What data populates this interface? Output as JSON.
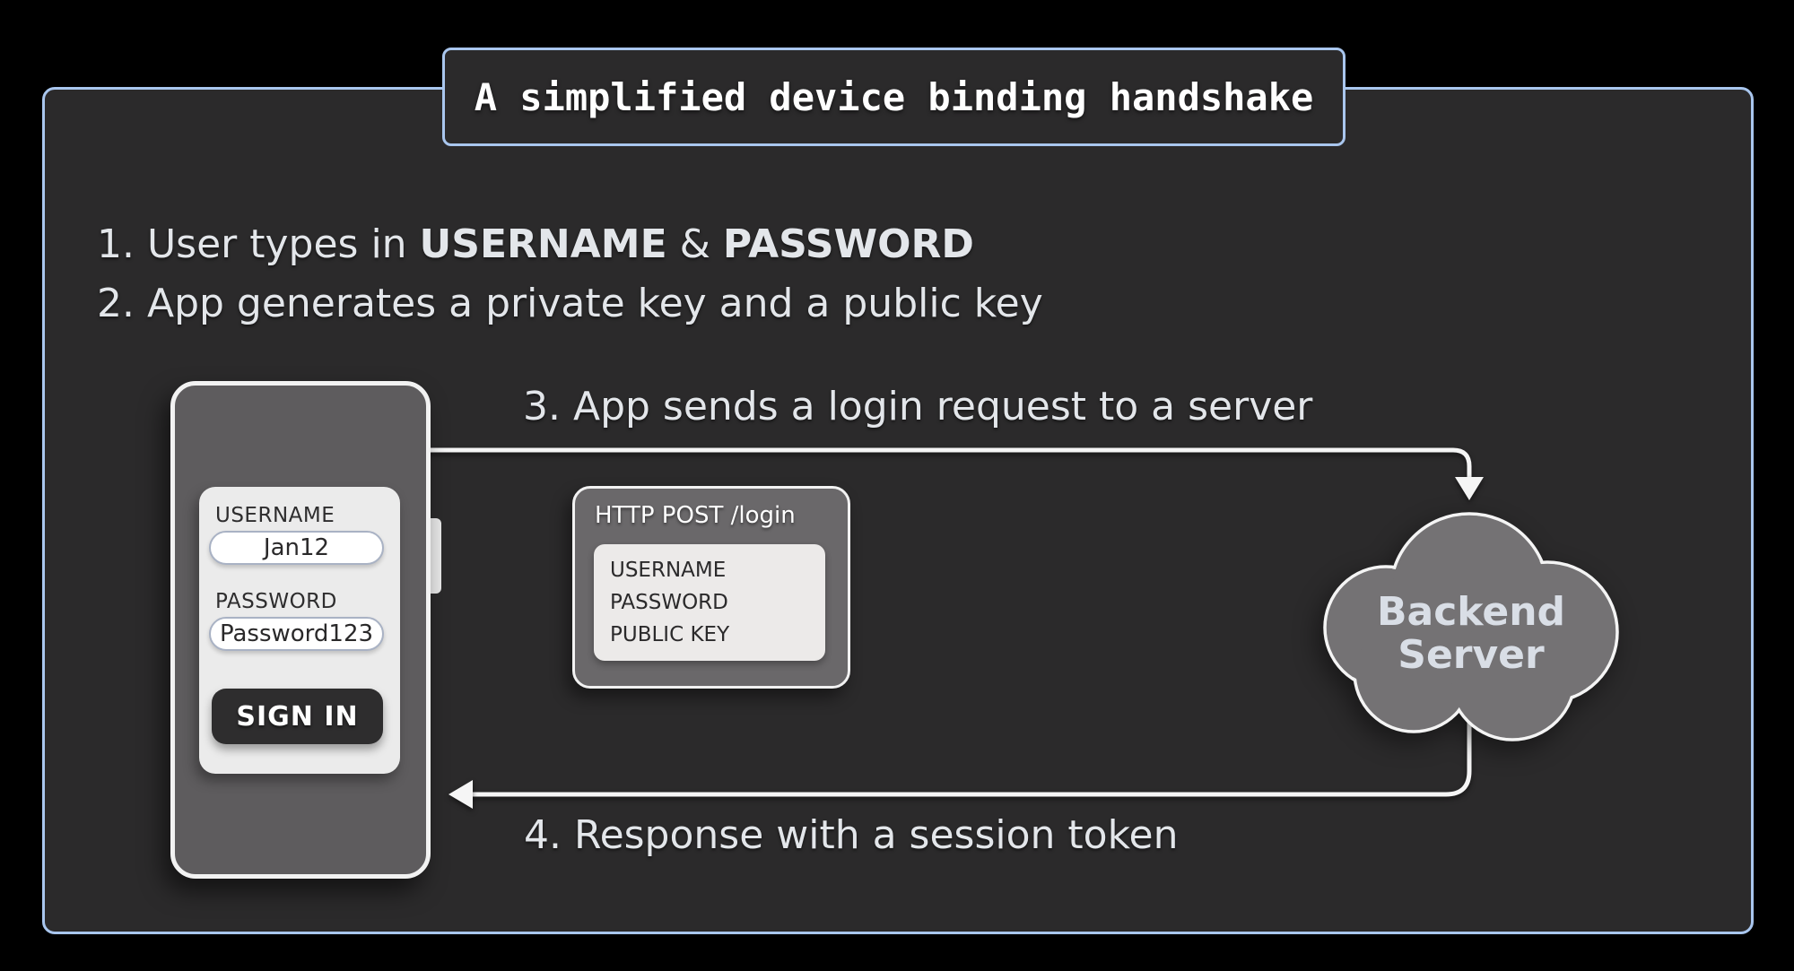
{
  "colors": {
    "accent": "#a9c6ee",
    "panel-bg": "#2b2a2b",
    "canvas-bg": "#000000",
    "text-light": "#e3e6ea",
    "phone-body": "#5e5c5e",
    "card-bg": "#ebebeb",
    "dark-btn": "#2e2d2e",
    "request-bg": "#6a686a",
    "payload-bg": "#eceae9",
    "cloud-fill": "#747274",
    "cloud-text": "#d9dee6",
    "line": "#f5f5f5",
    "dark-text": "#2b2a2b"
  },
  "title": "A simplified device binding handshake",
  "steps": {
    "step1": {
      "prefix": "1. User types in ",
      "bold1": "USERNAME",
      "joiner": " & ",
      "bold2": "PASSWORD"
    },
    "step2": "2. App generates a private key and a public key",
    "step3": "3. App sends a login request to a server",
    "step4": "4. Response with a session token"
  },
  "phone": {
    "username_label": "USERNAME",
    "username_value": "Jan12",
    "password_label": "PASSWORD",
    "password_value": "Password123",
    "sign_in": "SIGN IN"
  },
  "request": {
    "title": "HTTP POST /login",
    "fields": [
      "USERNAME",
      "PASSWORD",
      "PUBLIC KEY"
    ]
  },
  "server": {
    "line1": "Backend",
    "line2": "Server"
  }
}
